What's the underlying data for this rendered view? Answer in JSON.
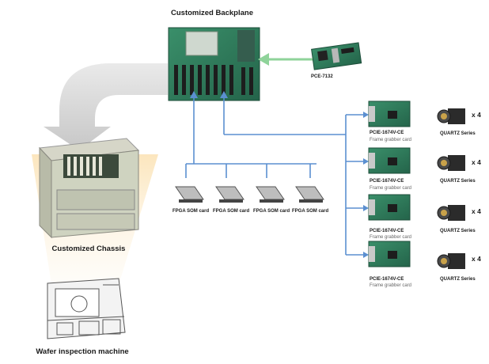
{
  "labels": {
    "backplane": "Customized Backplane",
    "pce": "PCE-7132",
    "chassis": "Customized Chassis",
    "machine": "Wafer inspection machine"
  },
  "fpga_cards": [
    {
      "label": "FPGA SOM card"
    },
    {
      "label": "FPGA SOM card"
    },
    {
      "label": "FPGA SOM card"
    },
    {
      "label": "FPGA SOM card"
    }
  ],
  "frame_grabbers": [
    {
      "name": "PCIE-1674V-CE",
      "sub": "Frame grabber card",
      "camera": "QUARTZ Series",
      "qty": "x 4"
    },
    {
      "name": "PCIE-1674V-CE",
      "sub": "Frame grabber card",
      "camera": "QUARTZ Series",
      "qty": "x 4"
    },
    {
      "name": "PCIE-1674V-CE",
      "sub": "Frame grabber card",
      "camera": "QUARTZ Series",
      "qty": "x 4"
    },
    {
      "name": "PCIE-1674V-CE",
      "sub": "Frame grabber card",
      "camera": "QUARTZ Series",
      "qty": "x 4"
    }
  ],
  "colors": {
    "connector": "#5b8fd0",
    "pce_arrow": "#8fd39a",
    "big_arrow": "#cfcfcf",
    "beam": "#fbe3b6",
    "pcb": "#2f7d5e"
  }
}
